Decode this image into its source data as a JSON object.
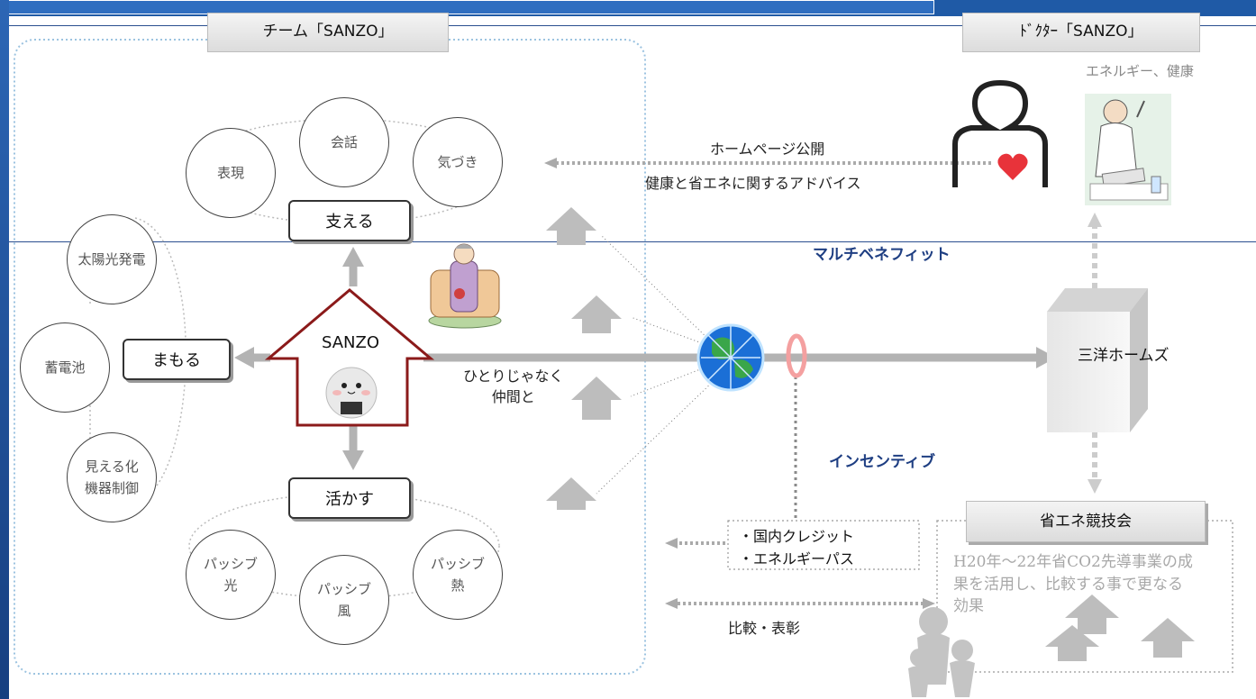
{
  "headers": {
    "team": "チーム「SANZO」",
    "doctor": "ﾄﾞｸﾀｰ「SANZO」",
    "contest": "省エネ競技会"
  },
  "support": {
    "center": "支える",
    "circles": [
      "表現",
      "会話",
      "気づき"
    ]
  },
  "protect": {
    "center": "まもる",
    "circles": [
      "太陽光発電",
      "蓄電池",
      "見える化\n機器制御"
    ]
  },
  "utilize": {
    "center": "活かす",
    "circles": [
      "パッシブ\n光",
      "パッシブ\n風",
      "パッシブ\n熱"
    ]
  },
  "sanzo_label": "SANZO",
  "together_text": "ひとりじゃなく\n仲間と",
  "doctor_caption": "エネルギー、健康",
  "homepage_text": "ホームページ公開",
  "advice_text": "健康と省エネに関するアドバイス",
  "multi_benefit": "マルチベネフィット",
  "incentive": "インセンティブ",
  "company": "三洋ホームズ",
  "credits": [
    "・国内クレジット",
    "・エネルギーパス"
  ],
  "compare_text": "比較・表彰",
  "contest_text": "H20年～22年省CO2先導事業の成果を活用し、比較する事で更なる効果",
  "colors": {
    "header_blue": "#1f5aa6",
    "accent_red": "#8b1a1a",
    "heart": "#e8333a",
    "arrow_gray": "#b3b3b3"
  }
}
